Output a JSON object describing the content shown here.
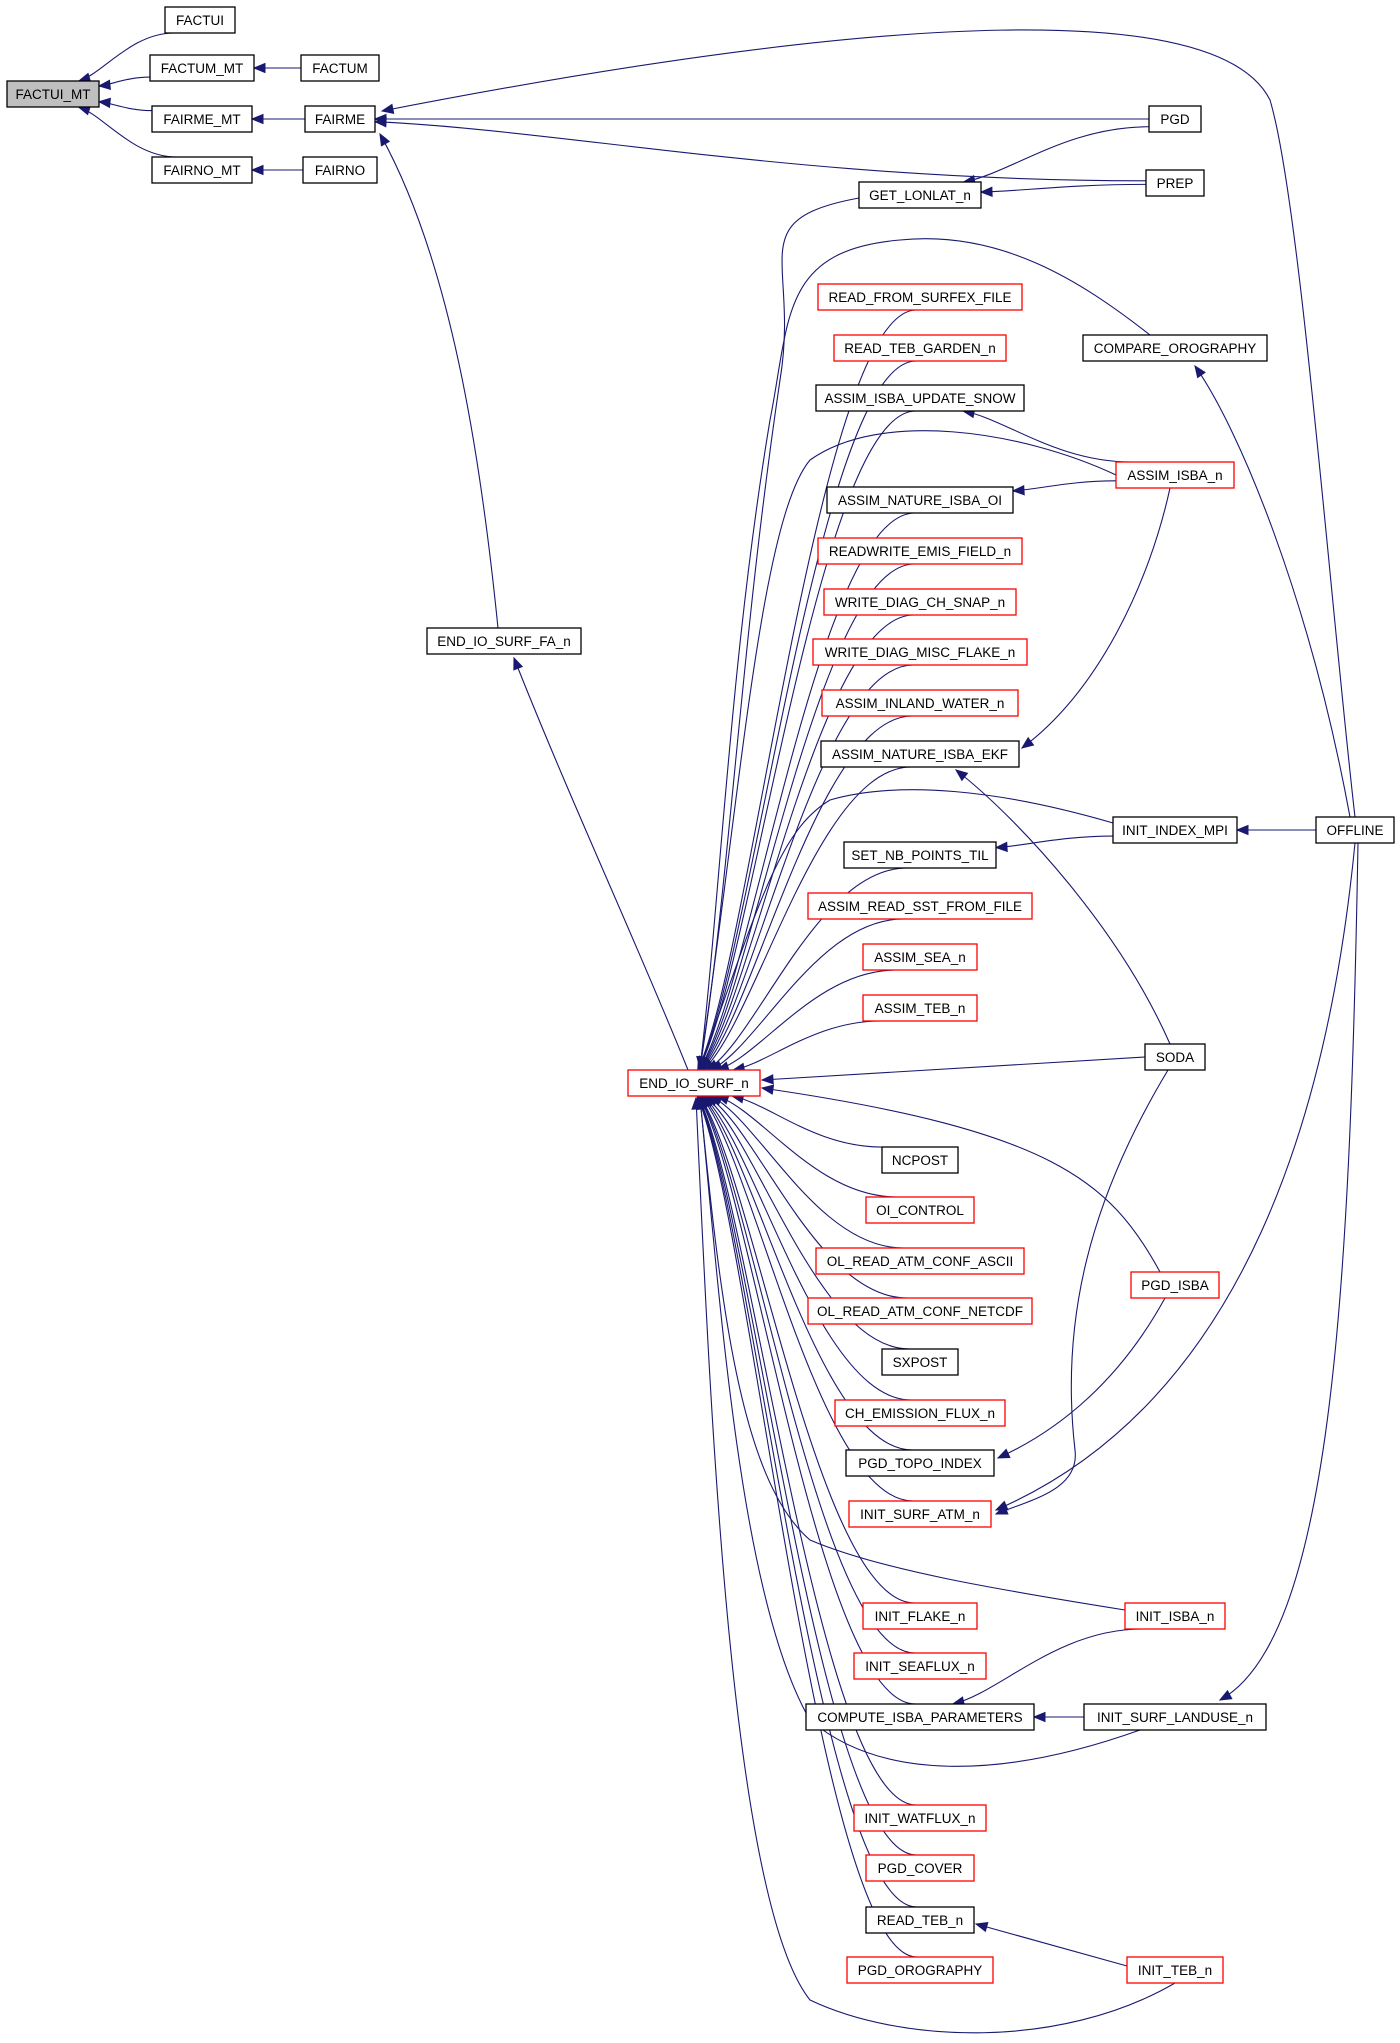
{
  "nodes": [
    {
      "id": "FACTUI_MT",
      "label": "FACTUI_MT",
      "style": "root",
      "interactable": true
    },
    {
      "id": "FACTUI",
      "label": "FACTUI",
      "style": "black",
      "interactable": true
    },
    {
      "id": "FACTUM_MT",
      "label": "FACTUM_MT",
      "style": "black",
      "interactable": true
    },
    {
      "id": "FACTUM",
      "label": "FACTUM",
      "style": "black",
      "interactable": true
    },
    {
      "id": "FAIRME_MT",
      "label": "FAIRME_MT",
      "style": "black",
      "interactable": true
    },
    {
      "id": "FAIRME",
      "label": "FAIRME",
      "style": "black",
      "interactable": true
    },
    {
      "id": "FAIRNO_MT",
      "label": "FAIRNO_MT",
      "style": "black",
      "interactable": true
    },
    {
      "id": "FAIRNO",
      "label": "FAIRNO",
      "style": "black",
      "interactable": true
    },
    {
      "id": "PGD",
      "label": "PGD",
      "style": "black",
      "interactable": true
    },
    {
      "id": "PREP",
      "label": "PREP",
      "style": "black",
      "interactable": true
    },
    {
      "id": "GET_LONLAT_n",
      "label": "GET_LONLAT_n",
      "style": "black",
      "interactable": true
    },
    {
      "id": "READ_FROM_SURFEX_FILE",
      "label": "READ_FROM_SURFEX_FILE",
      "style": "red",
      "interactable": true
    },
    {
      "id": "READ_TEB_GARDEN_n",
      "label": "READ_TEB_GARDEN_n",
      "style": "red",
      "interactable": true
    },
    {
      "id": "COMPARE_OROGRAPHY",
      "label": "COMPARE_OROGRAPHY",
      "style": "black",
      "interactable": true
    },
    {
      "id": "ASSIM_ISBA_UPDATE_SNOW",
      "label": "ASSIM_ISBA_UPDATE_SNOW",
      "style": "black",
      "interactable": true
    },
    {
      "id": "ASSIM_ISBA_n",
      "label": "ASSIM_ISBA_n",
      "style": "red",
      "interactable": true
    },
    {
      "id": "ASSIM_NATURE_ISBA_OI",
      "label": "ASSIM_NATURE_ISBA_OI",
      "style": "black",
      "interactable": true
    },
    {
      "id": "READWRITE_EMIS_FIELD_n",
      "label": "READWRITE_EMIS_FIELD_n",
      "style": "red",
      "interactable": true
    },
    {
      "id": "WRITE_DIAG_CH_SNAP_n",
      "label": "WRITE_DIAG_CH_SNAP_n",
      "style": "red",
      "interactable": true
    },
    {
      "id": "END_IO_SURF_FA_n",
      "label": "END_IO_SURF_FA_n",
      "style": "black",
      "interactable": true
    },
    {
      "id": "WRITE_DIAG_MISC_FLAKE_n",
      "label": "WRITE_DIAG_MISC_FLAKE_n",
      "style": "red",
      "interactable": true
    },
    {
      "id": "ASSIM_INLAND_WATER_n",
      "label": "ASSIM_INLAND_WATER_n",
      "style": "red",
      "interactable": true
    },
    {
      "id": "ASSIM_NATURE_ISBA_EKF",
      "label": "ASSIM_NATURE_ISBA_EKF",
      "style": "black",
      "interactable": true
    },
    {
      "id": "INIT_INDEX_MPI",
      "label": "INIT_INDEX_MPI",
      "style": "black",
      "interactable": true
    },
    {
      "id": "OFFLINE",
      "label": "OFFLINE",
      "style": "black",
      "interactable": true
    },
    {
      "id": "SET_NB_POINTS_TIL",
      "label": "SET_NB_POINTS_TIL",
      "style": "black",
      "interactable": true
    },
    {
      "id": "ASSIM_READ_SST_FROM_FILE",
      "label": "ASSIM_READ_SST_FROM_FILE",
      "style": "red",
      "interactable": true
    },
    {
      "id": "ASSIM_SEA_n",
      "label": "ASSIM_SEA_n",
      "style": "red",
      "interactable": true
    },
    {
      "id": "ASSIM_TEB_n",
      "label": "ASSIM_TEB_n",
      "style": "red",
      "interactable": true
    },
    {
      "id": "SODA",
      "label": "SODA",
      "style": "black",
      "interactable": true
    },
    {
      "id": "END_IO_SURF_n",
      "label": "END_IO_SURF_n",
      "style": "red",
      "interactable": true
    },
    {
      "id": "NCPOST",
      "label": "NCPOST",
      "style": "black",
      "interactable": true
    },
    {
      "id": "OI_CONTROL",
      "label": "OI_CONTROL",
      "style": "red",
      "interactable": true
    },
    {
      "id": "OL_READ_ATM_CONF_ASCII",
      "label": "OL_READ_ATM_CONF_ASCII",
      "style": "red",
      "interactable": true
    },
    {
      "id": "PGD_ISBA",
      "label": "PGD_ISBA",
      "style": "red",
      "interactable": true
    },
    {
      "id": "OL_READ_ATM_CONF_NETCDF",
      "label": "OL_READ_ATM_CONF_NETCDF",
      "style": "red",
      "interactable": true
    },
    {
      "id": "SXPOST",
      "label": "SXPOST",
      "style": "black",
      "interactable": true
    },
    {
      "id": "CH_EMISSION_FLUX_n",
      "label": "CH_EMISSION_FLUX_n",
      "style": "red",
      "interactable": true
    },
    {
      "id": "PGD_TOPO_INDEX",
      "label": "PGD_TOPO_INDEX",
      "style": "black",
      "interactable": true
    },
    {
      "id": "INIT_SURF_ATM_n",
      "label": "INIT_SURF_ATM_n",
      "style": "red",
      "interactable": true
    },
    {
      "id": "INIT_FLAKE_n",
      "label": "INIT_FLAKE_n",
      "style": "red",
      "interactable": true
    },
    {
      "id": "INIT_ISBA_n",
      "label": "INIT_ISBA_n",
      "style": "red",
      "interactable": true
    },
    {
      "id": "INIT_SEAFLUX_n",
      "label": "INIT_SEAFLUX_n",
      "style": "red",
      "interactable": true
    },
    {
      "id": "COMPUTE_ISBA_PARAMETERS",
      "label": "COMPUTE_ISBA_PARAMETERS",
      "style": "black",
      "interactable": true
    },
    {
      "id": "INIT_SURF_LANDUSE_n",
      "label": "INIT_SURF_LANDUSE_n",
      "style": "black",
      "interactable": true
    },
    {
      "id": "INIT_WATFLUX_n",
      "label": "INIT_WATFLUX_n",
      "style": "red",
      "interactable": true
    },
    {
      "id": "PGD_COVER",
      "label": "PGD_COVER",
      "style": "red",
      "interactable": true
    },
    {
      "id": "READ_TEB_n",
      "label": "READ_TEB_n",
      "style": "black",
      "interactable": true
    },
    {
      "id": "INIT_TEB_n",
      "label": "INIT_TEB_n",
      "style": "red",
      "interactable": true
    },
    {
      "id": "PGD_OROGRAPHY",
      "label": "PGD_OROGRAPHY",
      "style": "red",
      "interactable": true
    }
  ],
  "edges": [
    {
      "from": "FACTUI",
      "to": "FACTUI_MT"
    },
    {
      "from": "FACTUM_MT",
      "to": "FACTUI_MT"
    },
    {
      "from": "FAIRME_MT",
      "to": "FACTUI_MT"
    },
    {
      "from": "FAIRNO_MT",
      "to": "FACTUI_MT"
    },
    {
      "from": "FACTUM",
      "to": "FACTUM_MT"
    },
    {
      "from": "FAIRME",
      "to": "FAIRME_MT"
    },
    {
      "from": "FAIRNO",
      "to": "FAIRNO_MT"
    },
    {
      "from": "PGD",
      "to": "FAIRME"
    },
    {
      "from": "PREP",
      "to": "FAIRME"
    },
    {
      "from": "OFFLINE",
      "to": "FAIRME"
    },
    {
      "from": "END_IO_SURF_FA_n",
      "to": "FAIRME"
    },
    {
      "from": "END_IO_SURF_n",
      "to": "END_IO_SURF_FA_n"
    },
    {
      "from": "PGD",
      "to": "GET_LONLAT_n"
    },
    {
      "from": "PREP",
      "to": "GET_LONLAT_n"
    },
    {
      "from": "OFFLINE",
      "to": "COMPARE_OROGRAPHY"
    },
    {
      "from": "ASSIM_ISBA_n",
      "to": "ASSIM_ISBA_UPDATE_SNOW"
    },
    {
      "from": "ASSIM_ISBA_n",
      "to": "ASSIM_NATURE_ISBA_OI"
    },
    {
      "from": "ASSIM_ISBA_n",
      "to": "ASSIM_NATURE_ISBA_EKF"
    },
    {
      "from": "SODA",
      "to": "ASSIM_NATURE_ISBA_EKF"
    },
    {
      "from": "OFFLINE",
      "to": "INIT_INDEX_MPI"
    },
    {
      "from": "INIT_INDEX_MPI",
      "to": "SET_NB_POINTS_TIL"
    },
    {
      "from": "PGD_ISBA",
      "to": "PGD_TOPO_INDEX"
    },
    {
      "from": "OFFLINE",
      "to": "INIT_SURF_ATM_n"
    },
    {
      "from": "SODA",
      "to": "INIT_SURF_ATM_n"
    },
    {
      "from": "INIT_ISBA_n",
      "to": "COMPUTE_ISBA_PARAMETERS"
    },
    {
      "from": "INIT_SURF_LANDUSE_n",
      "to": "COMPUTE_ISBA_PARAMETERS"
    },
    {
      "from": "OFFLINE",
      "to": "INIT_SURF_LANDUSE_n"
    },
    {
      "from": "INIT_TEB_n",
      "to": "READ_TEB_n"
    },
    {
      "from": "GET_LONLAT_n",
      "to": "END_IO_SURF_n"
    },
    {
      "from": "COMPARE_OROGRAPHY",
      "to": "END_IO_SURF_n"
    },
    {
      "from": "READ_FROM_SURFEX_FILE",
      "to": "END_IO_SURF_n"
    },
    {
      "from": "READ_TEB_GARDEN_n",
      "to": "END_IO_SURF_n"
    },
    {
      "from": "ASSIM_ISBA_UPDATE_SNOW",
      "to": "END_IO_SURF_n"
    },
    {
      "from": "ASSIM_ISBA_n",
      "to": "END_IO_SURF_n"
    },
    {
      "from": "ASSIM_NATURE_ISBA_OI",
      "to": "END_IO_SURF_n"
    },
    {
      "from": "READWRITE_EMIS_FIELD_n",
      "to": "END_IO_SURF_n"
    },
    {
      "from": "WRITE_DIAG_CH_SNAP_n",
      "to": "END_IO_SURF_n"
    },
    {
      "from": "WRITE_DIAG_MISC_FLAKE_n",
      "to": "END_IO_SURF_n"
    },
    {
      "from": "ASSIM_INLAND_WATER_n",
      "to": "END_IO_SURF_n"
    },
    {
      "from": "ASSIM_NATURE_ISBA_EKF",
      "to": "END_IO_SURF_n"
    },
    {
      "from": "INIT_INDEX_MPI",
      "to": "END_IO_SURF_n"
    },
    {
      "from": "SET_NB_POINTS_TIL",
      "to": "END_IO_SURF_n"
    },
    {
      "from": "ASSIM_READ_SST_FROM_FILE",
      "to": "END_IO_SURF_n"
    },
    {
      "from": "ASSIM_SEA_n",
      "to": "END_IO_SURF_n"
    },
    {
      "from": "ASSIM_TEB_n",
      "to": "END_IO_SURF_n"
    },
    {
      "from": "SODA",
      "to": "END_IO_SURF_n"
    },
    {
      "from": "NCPOST",
      "to": "END_IO_SURF_n"
    },
    {
      "from": "OI_CONTROL",
      "to": "END_IO_SURF_n"
    },
    {
      "from": "OL_READ_ATM_CONF_ASCII",
      "to": "END_IO_SURF_n"
    },
    {
      "from": "PGD_ISBA",
      "to": "END_IO_SURF_n"
    },
    {
      "from": "OL_READ_ATM_CONF_NETCDF",
      "to": "END_IO_SURF_n"
    },
    {
      "from": "SXPOST",
      "to": "END_IO_SURF_n"
    },
    {
      "from": "CH_EMISSION_FLUX_n",
      "to": "END_IO_SURF_n"
    },
    {
      "from": "PGD_TOPO_INDEX",
      "to": "END_IO_SURF_n"
    },
    {
      "from": "INIT_SURF_ATM_n",
      "to": "END_IO_SURF_n"
    },
    {
      "from": "INIT_FLAKE_n",
      "to": "END_IO_SURF_n"
    },
    {
      "from": "INIT_ISBA_n",
      "to": "END_IO_SURF_n"
    },
    {
      "from": "INIT_SEAFLUX_n",
      "to": "END_IO_SURF_n"
    },
    {
      "from": "COMPUTE_ISBA_PARAMETERS",
      "to": "END_IO_SURF_n"
    },
    {
      "from": "INIT_SURF_LANDUSE_n",
      "to": "END_IO_SURF_n"
    },
    {
      "from": "INIT_WATFLUX_n",
      "to": "END_IO_SURF_n"
    },
    {
      "from": "PGD_COVER",
      "to": "END_IO_SURF_n"
    },
    {
      "from": "READ_TEB_n",
      "to": "END_IO_SURF_n"
    },
    {
      "from": "PGD_OROGRAPHY",
      "to": "END_IO_SURF_n"
    },
    {
      "from": "INIT_TEB_n",
      "to": "END_IO_SURF_n"
    }
  ],
  "colors": {
    "edge": "#191970",
    "red_border": "#ff0000",
    "black_border": "#000000",
    "root_fill": "#bfbfbf"
  }
}
